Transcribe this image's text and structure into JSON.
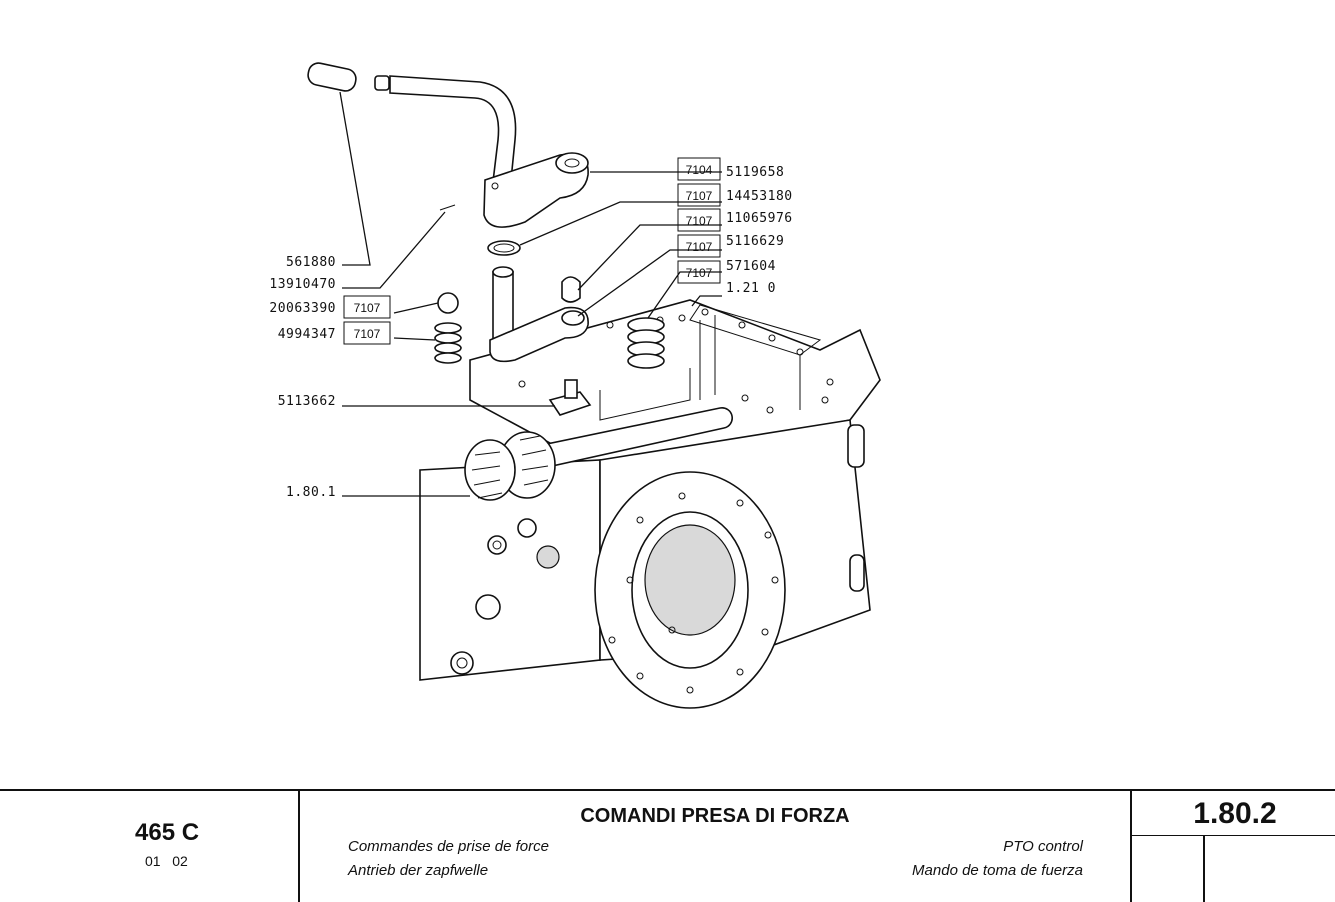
{
  "callouts": {
    "right": [
      {
        "code": "7104",
        "part": "5119658"
      },
      {
        "code": "7107",
        "part": "14453180"
      },
      {
        "code": "7107",
        "part": "11065976"
      },
      {
        "code": "7107",
        "part": "5116629"
      },
      {
        "code": "7107",
        "part": "571604"
      },
      {
        "code": "",
        "part": "1.21 0"
      }
    ],
    "left": [
      {
        "code": "",
        "part": "561880"
      },
      {
        "code": "",
        "part": "13910470"
      },
      {
        "code": "7107",
        "part": "20063390"
      },
      {
        "code": "7107",
        "part": "4994347"
      },
      {
        "code": "",
        "part": "5113662"
      },
      {
        "code": "",
        "part": "1.80.1"
      }
    ]
  },
  "titleblock": {
    "model": "465 C",
    "model_sub": "01   02",
    "title_it": "COMANDI PRESA DI FORZA",
    "title_fr": "Commandes de prise de force",
    "title_de": "Antrieb der zapfwelle",
    "title_en": "PTO control",
    "title_es": "Mando de toma de fuerza",
    "ref": "1.80.2"
  }
}
